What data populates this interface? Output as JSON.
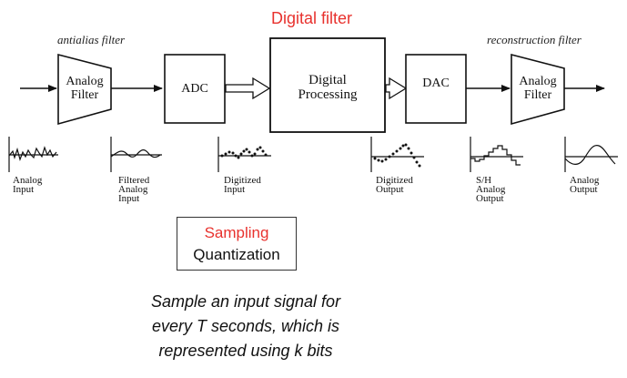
{
  "title": "Digital filter",
  "captions": {
    "left": "antialias filter",
    "right": "reconstruction filter"
  },
  "blocks": {
    "analog_filter_in": [
      "Analog",
      "Filter"
    ],
    "adc": "ADC",
    "digital_processing": [
      "Digital",
      "Processing"
    ],
    "dac": "DAC",
    "analog_filter_out": [
      "Analog",
      "Filter"
    ]
  },
  "waveform_labels": [
    [
      "Analog",
      "Input"
    ],
    [
      "Filtered",
      "Analog",
      "Input"
    ],
    [
      "Digitized",
      "Input"
    ],
    [
      "Digitized",
      "Output"
    ],
    [
      "S/H",
      "Analog",
      "Output"
    ],
    [
      "Analog",
      "Output"
    ]
  ],
  "sampling_box": {
    "line1": "Sampling",
    "line2": "Quantization"
  },
  "note": [
    "Sample an input signal for",
    "every T seconds, which is",
    "represented using k bits"
  ],
  "colors": {
    "accent": "#e8322e",
    "ink": "#111111"
  }
}
